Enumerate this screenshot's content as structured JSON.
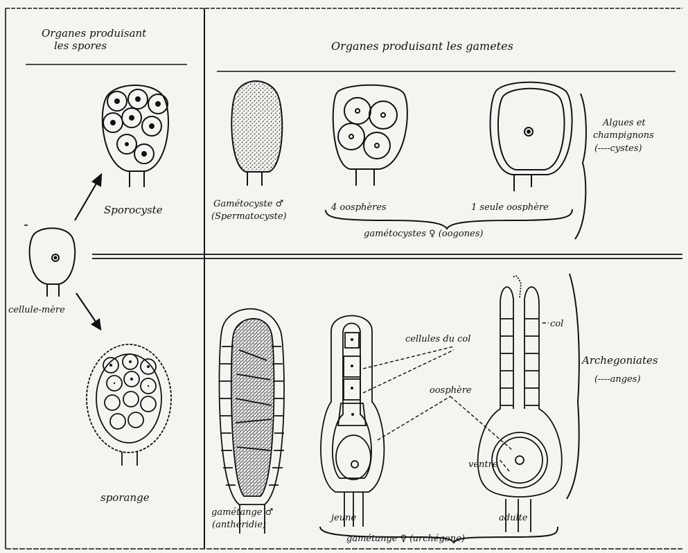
{
  "headers": {
    "spores_line1": "Organes produisant",
    "spores_line2": "les spores",
    "gametes": "Organes produisant les gametes"
  },
  "labels": {
    "sporocyste": "Sporocyste",
    "cellule_mere": "cellule-mère",
    "sporange": "sporange",
    "gametocyste_male_1": "Gamétocyste ♂",
    "gametocyste_male_2": "(Spermatocyste)",
    "quatre_oospheres": "4 oosphères",
    "seule_oosphere": "1 seule oosphère",
    "gametocystes_female": "gamétocystes ♀  (oogones)",
    "algues_1": "Algues et",
    "algues_2": "champignons",
    "algues_3": "(----cystes)",
    "archegoniates_1": "Archegoniates",
    "archegoniates_2": "(----anges)",
    "gametange_male_1": "gamétange ♂",
    "gametange_male_2": "(anthéridie)",
    "cellules_du_col": "cellules du col",
    "oosphere": "oosphère",
    "col": "col",
    "ventre": "ventre",
    "jeune": "jeune",
    "adulte": "adulte",
    "gametange_female": "gamétange ♀  (archégone)"
  }
}
